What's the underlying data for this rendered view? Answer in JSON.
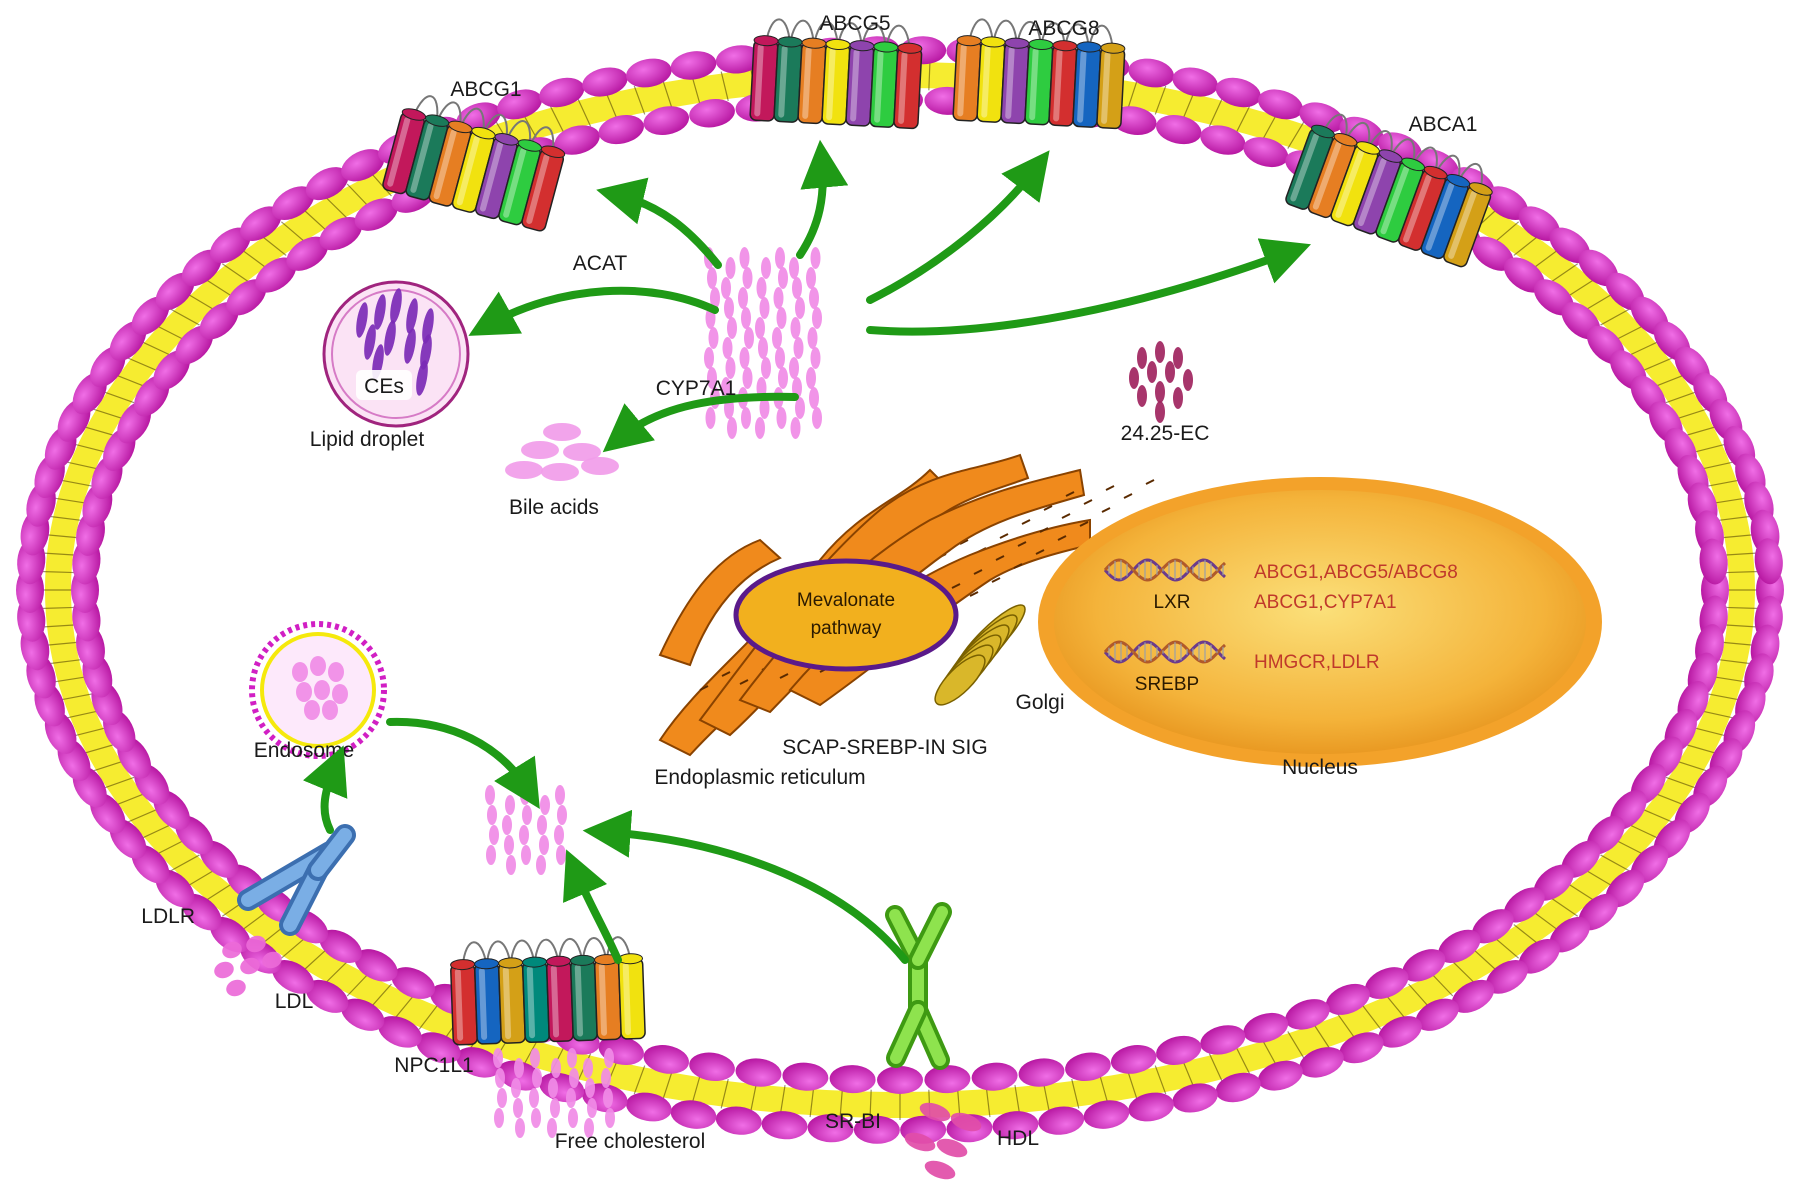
{
  "labels": {
    "abcg5": "ABCG5",
    "abcg8": "ABCG8",
    "abcg1": "ABCG1",
    "abca1": "ABCA1",
    "acat": "ACAT",
    "ces": "CEs",
    "lipid_droplet": "Lipid droplet",
    "cyp7a1": "CYP7A1",
    "bile_acids": "Bile acids",
    "ec": "24.25-EC",
    "mevalonate_line1": "Mevalonate",
    "mevalonate_line2": "pathway",
    "golgi": "Golgi",
    "scap": "SCAP-SREBP-IN SIG",
    "er": "Endoplasmic reticulum",
    "nucleus": "Nucleus",
    "lxr": "LXR",
    "srebp": "SREBP",
    "lxr_targets_1": "ABCG1,ABCG5/ABCG8",
    "lxr_targets_2": "ABCG1,CYP7A1",
    "srebp_targets": "HMGCR,LDLR",
    "endosome": "Endosome",
    "ldlr": "LDLR",
    "ldl": "LDL",
    "npc1l1": "NPC1L1",
    "free_cholesterol": "Free cholesterol",
    "srbi": "SR-BI",
    "hdl": "HDL"
  },
  "colors": {
    "membrane_head": "#d11fc4",
    "membrane_tail": "#f5e90c",
    "arrow": "#1f9a16",
    "nucleus_outer": "#f3a22a",
    "nucleus_inner": "#f7c84a",
    "er": "#f08a1c",
    "golgi": "#d9b72a",
    "cholesterol": "#f08be6",
    "ec": "#a0245e",
    "ldlr": "#5b8fd0",
    "srbi": "#5fc42a"
  },
  "transporter_palette": [
    "#c2185b",
    "#1b7a5a",
    "#e67e22",
    "#f1e20f",
    "#8e44ad",
    "#2ecc40",
    "#d32f2f",
    "#1565c0",
    "#d4a017",
    "#00897b"
  ]
}
